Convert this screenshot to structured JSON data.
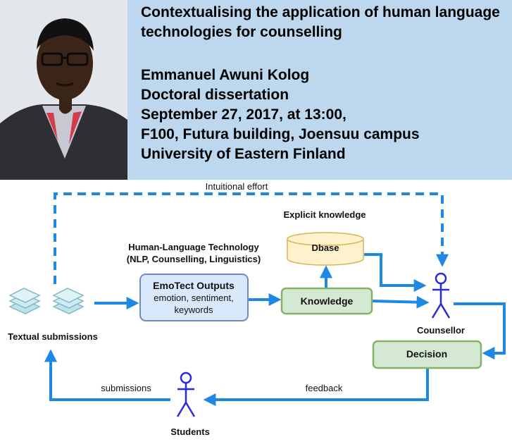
{
  "banner": {
    "title": "Contextualising the application of human language technologies for counselling",
    "author": "Emmanuel Awuni Kolog",
    "type": "Doctoral dissertation",
    "datetime": "September 27, 2017, at 13:00,",
    "venue": "F100, Futura building, Joensuu campus",
    "university": "University of Eastern Finland",
    "background_color": "#bcd7ee"
  },
  "diagram": {
    "intuitional_effort": "Intuitional effort",
    "explicit_knowledge": "Explicit knowledge",
    "hlt_line1": "Human-Language Technology",
    "hlt_line2": "(NLP, Counselling, Linguistics)",
    "dbase": "Dbase",
    "emotect_title": "EmoTect Outputs",
    "emotect_line2": "emotion, sentiment,",
    "emotect_line3": "keywords",
    "knowledge": "Knowledge",
    "decision": "Decision",
    "textual_submissions": "Textual submissions",
    "counsellor": "Counsellor",
    "students": "Students",
    "submissions": "submissions",
    "feedback": "feedback",
    "colors": {
      "arrow": "#1e88e5",
      "emotect_fill": "#dae8fc",
      "emotect_stroke": "#6c8ebf",
      "green_fill": "#d5e8d4",
      "green_stroke": "#82b366",
      "dbase_fill": "#fff2cc",
      "dbase_stroke": "#d6b656",
      "actor": "#2b2bd6"
    }
  }
}
